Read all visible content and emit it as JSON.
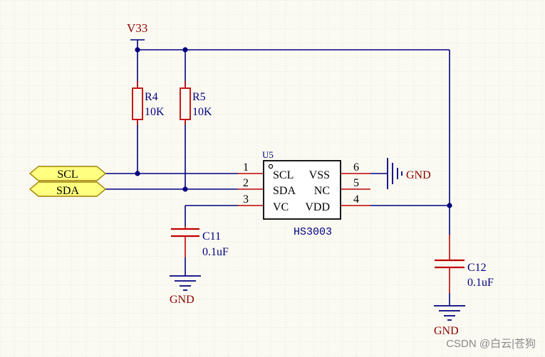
{
  "colors": {
    "background": "#fbfaf2",
    "grid": "#e6e4d8",
    "wire": "#000080",
    "component": "#c00000",
    "power_label": "#8b0000",
    "ref_label": "#000080",
    "ic_body": "#ffffff",
    "ic_outline": "#000000",
    "netlabel_fill": "#ffff80",
    "netlabel_stroke": "#a08000",
    "watermark": "#8a8a8a"
  },
  "power": {
    "vcc_label": "V33",
    "gnd_label": "GND"
  },
  "net_labels": {
    "scl": "SCL",
    "sda": "SDA"
  },
  "resistors": [
    {
      "ref": "R4",
      "value": "10K"
    },
    {
      "ref": "R5",
      "value": "10K"
    }
  ],
  "capacitors": [
    {
      "ref": "C11",
      "value": "0.1uF"
    },
    {
      "ref": "C12",
      "value": "0.1uF"
    }
  ],
  "ic": {
    "ref": "U5",
    "part": "HS3003",
    "left_pins": [
      {
        "num": "1",
        "name": "SCL"
      },
      {
        "num": "2",
        "name": "SDA"
      },
      {
        "num": "3",
        "name": "VC"
      }
    ],
    "right_pins": [
      {
        "num": "6",
        "name": "VSS"
      },
      {
        "num": "5",
        "name": "NC"
      },
      {
        "num": "4",
        "name": "VDD"
      }
    ]
  },
  "watermark": "CSDN @白云|苍狗"
}
